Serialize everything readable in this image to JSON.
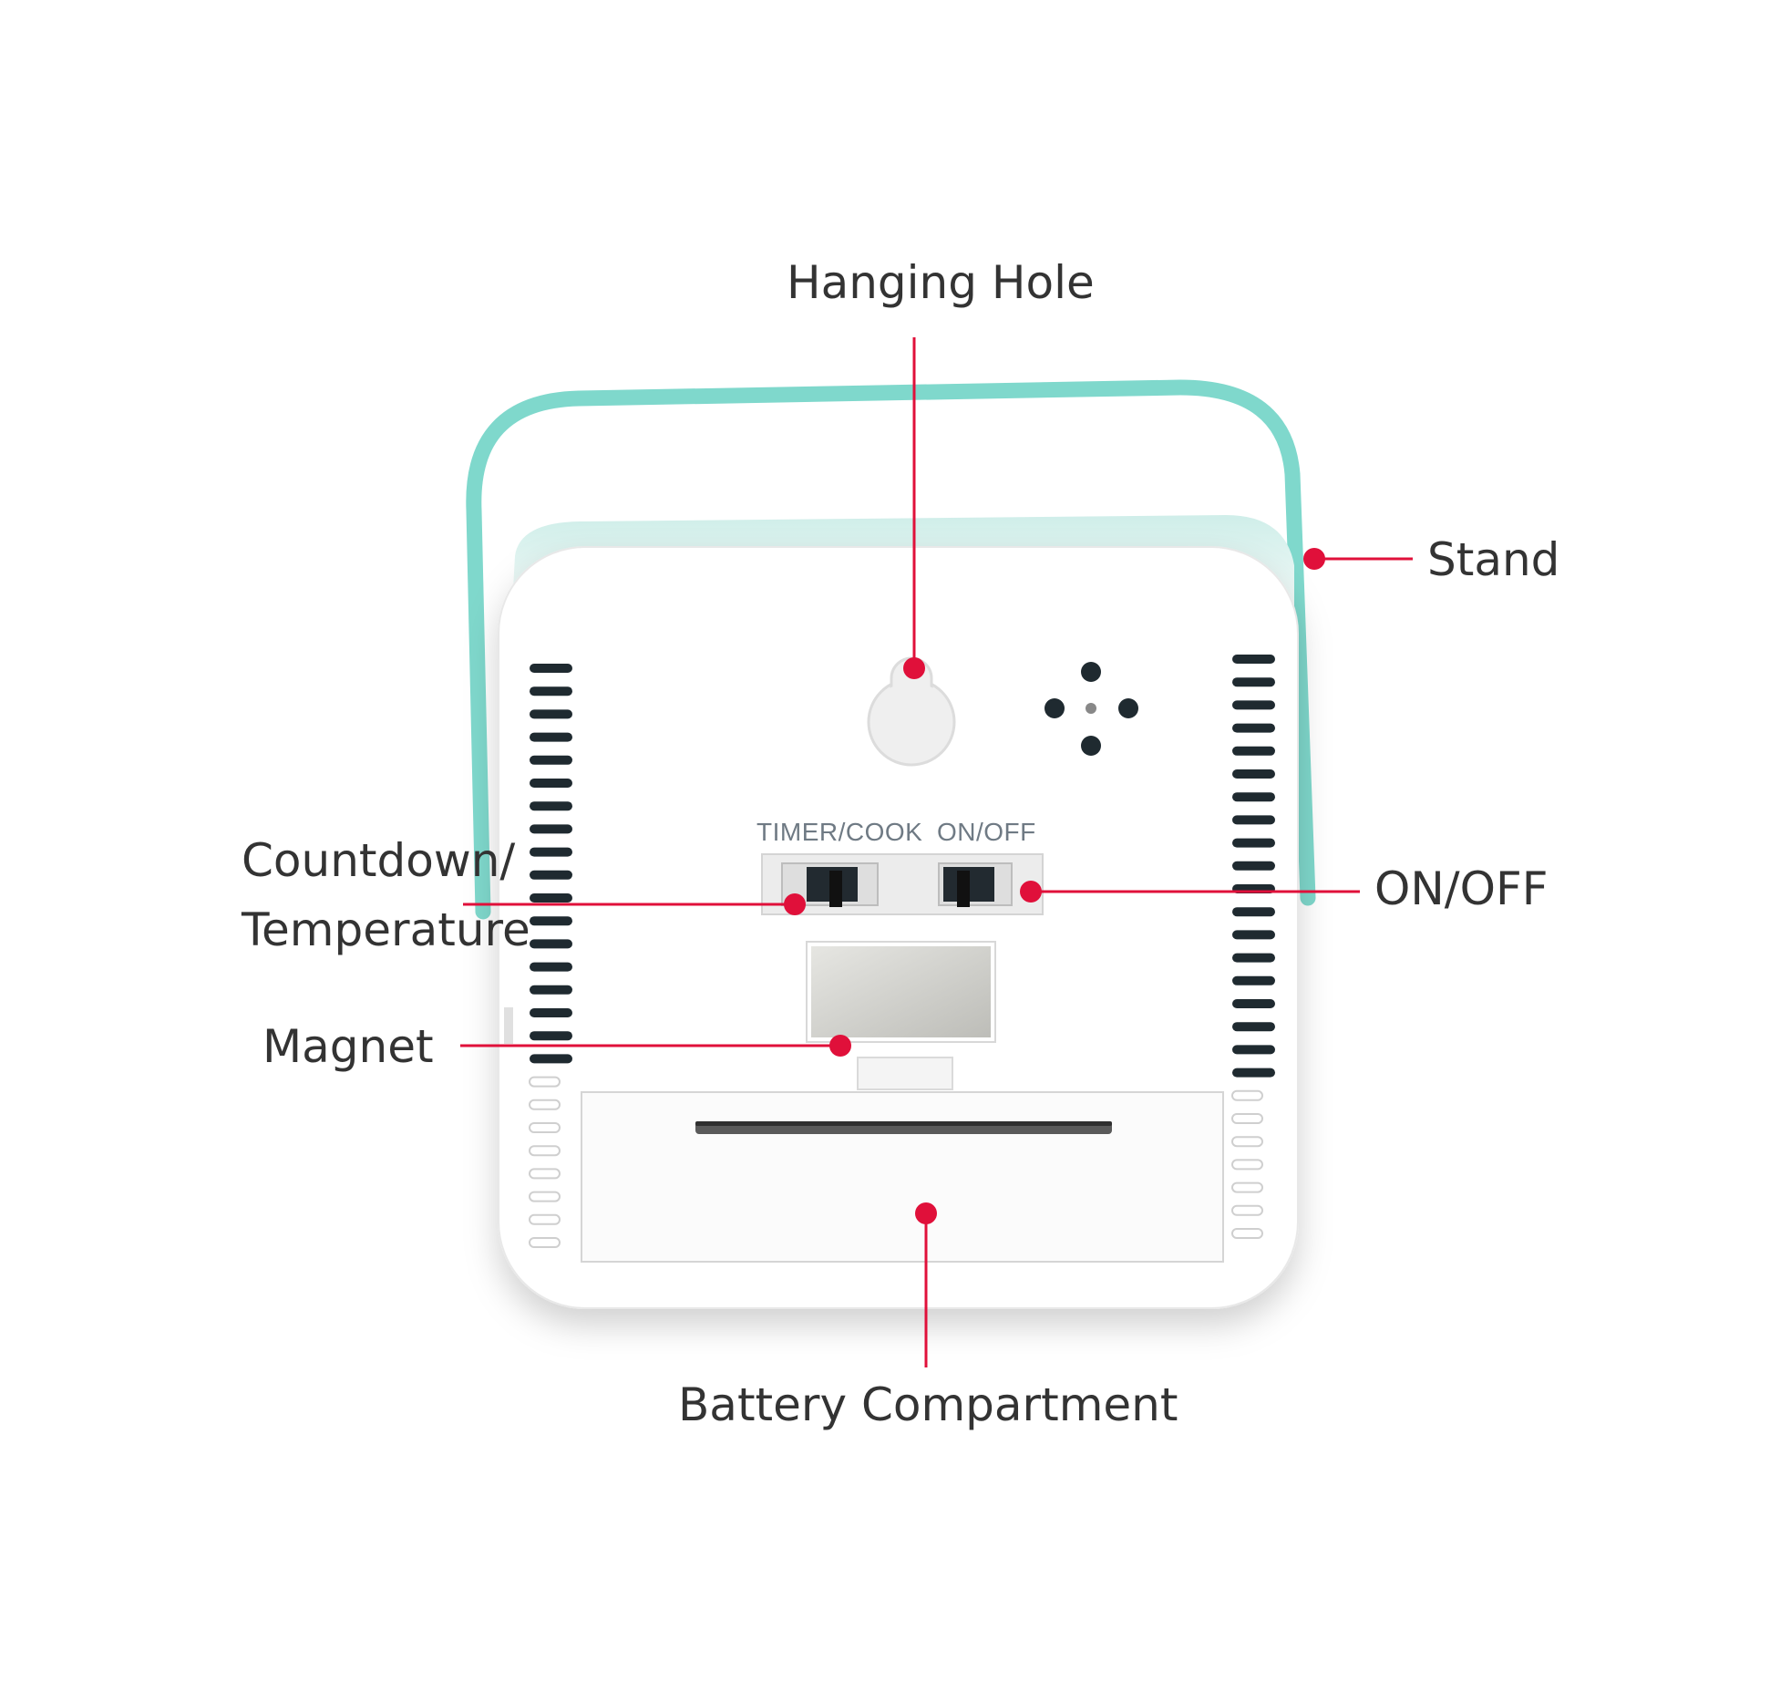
{
  "labels": {
    "hanging_hole": "Hanging Hole",
    "stand": "Stand",
    "countdown_line1": "Countdown/",
    "countdown_line2": "Temperature",
    "on_off": "ON/OFF",
    "magnet": "Magnet",
    "battery": "Battery Compartment"
  },
  "device": {
    "switch_label_left": "TIMER/COOK",
    "switch_label_right": "ON/OFF"
  },
  "colors": {
    "callout_line": "#e0103a",
    "stand": "#7fd8cc",
    "body": "#ffffff",
    "label_text": "#333333"
  }
}
